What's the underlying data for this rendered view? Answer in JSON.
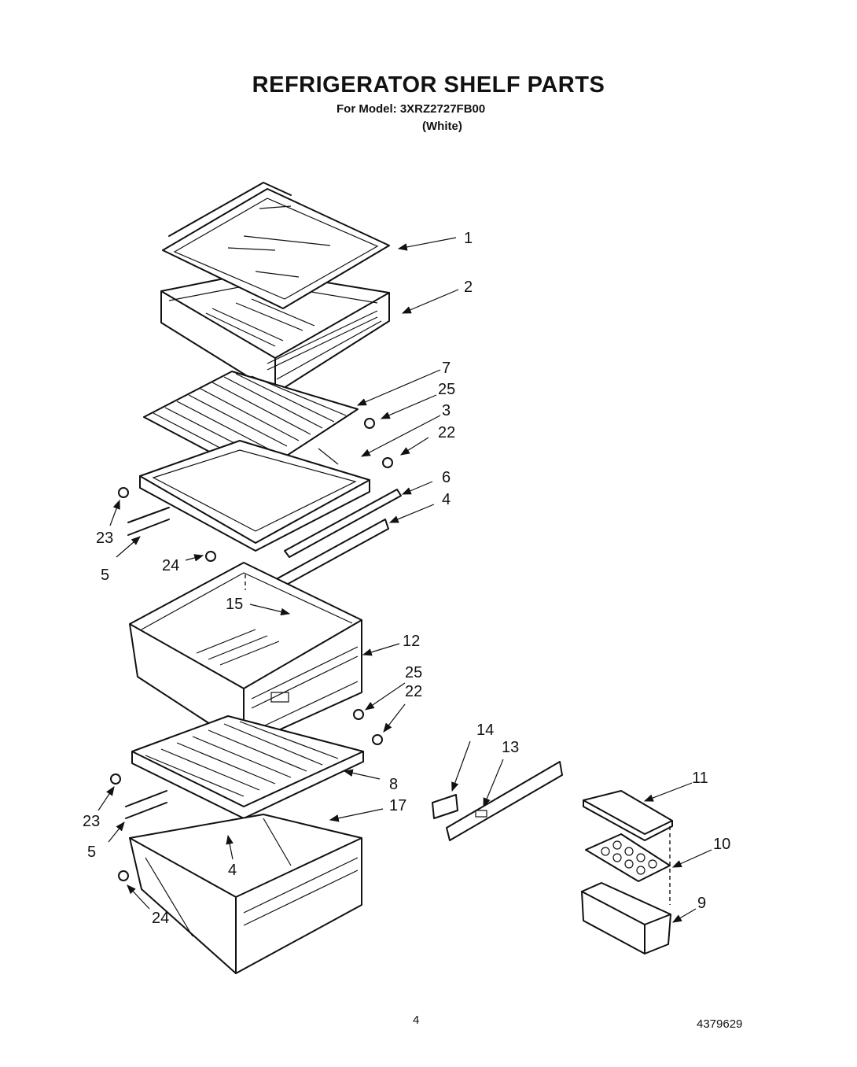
{
  "header": {
    "title": "REFRIGERATOR SHELF PARTS",
    "model_line": "For Model: 3XRZ2727FB00",
    "color_line": "(White)"
  },
  "footer": {
    "page_number": "4",
    "document_number": "4379629"
  },
  "callouts": {
    "c1": "1",
    "c2": "2",
    "c7": "7",
    "c25a": "25",
    "c3": "3",
    "c22a": "22",
    "c6": "6",
    "c4a": "4",
    "c23a": "23",
    "c5a": "5",
    "c24a": "24",
    "c15": "15",
    "c12": "12",
    "c25b": "25",
    "c22b": "22",
    "c14": "14",
    "c13": "13",
    "c11": "11",
    "c8": "8",
    "c17": "17",
    "c23b": "23",
    "c5b": "5",
    "c4b": "4",
    "c10": "10",
    "c9": "9",
    "c24b": "24"
  }
}
